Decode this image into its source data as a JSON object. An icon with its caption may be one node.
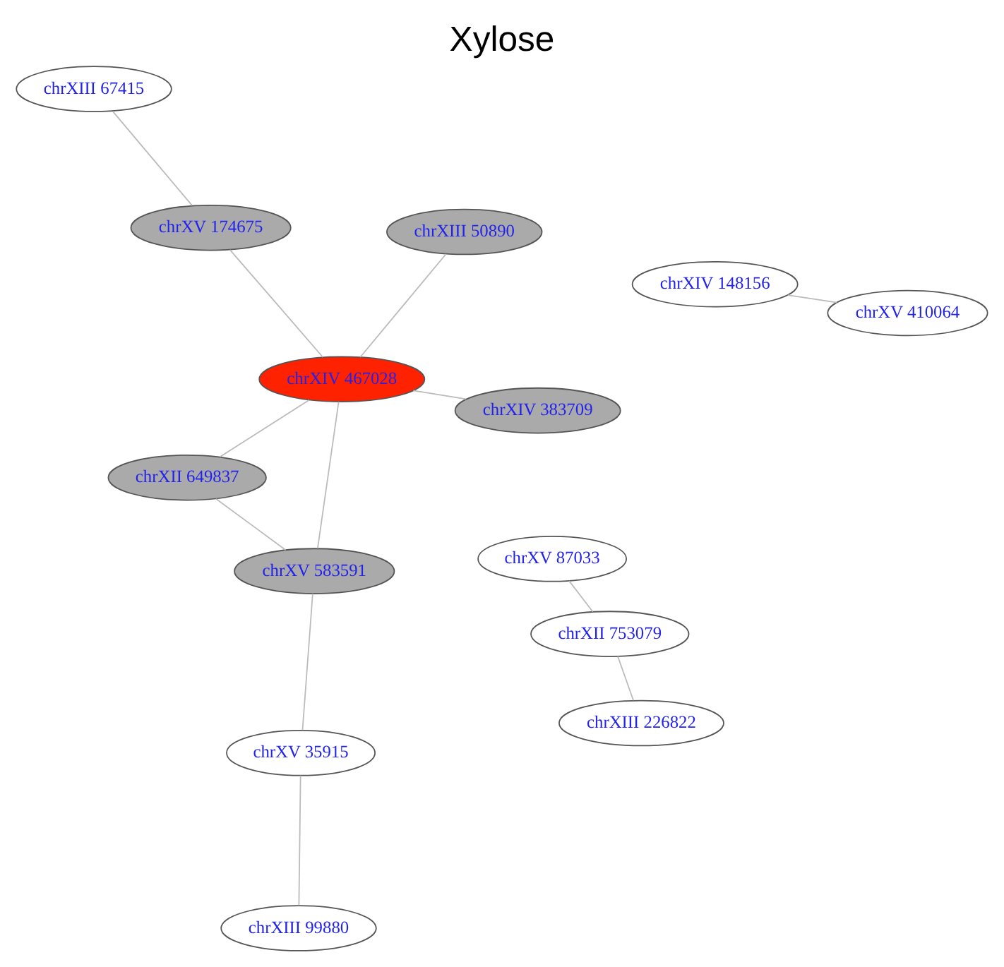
{
  "diagram": {
    "title": "Xylose",
    "nodes": [
      {
        "text": [
          "chrXV 87033"
        ]
      },
      {
        "text": [
          "chrXII 753079"
        ]
      },
      {
        "text": [
          "chrXIII 226822"
        ]
      },
      {
        "text": [
          "chrXIII 67415"
        ]
      },
      {
        "text": [
          "chrXV 174675"
        ]
      },
      {
        "text": [
          "chrXIV 383709"
        ]
      },
      {
        "text": [
          "chrXIV 148156"
        ]
      },
      {
        "text": [
          "chrXIV 467028"
        ]
      },
      {
        "text": [
          "chrXIII 50890"
        ]
      },
      {
        "text": [
          "chrXV 410064"
        ]
      },
      {
        "text": [
          "chrXII 649837"
        ]
      },
      {
        "text": [
          "chrXV 583591"
        ]
      },
      {
        "text": [
          "chrXV 35915"
        ]
      },
      {
        "text": [
          "chrXIII 99880"
        ]
      }
    ],
    "edges": [
      {
        "from": 0,
        "to": 1,
        "arrow": "none"
      },
      {
        "from": 1,
        "to": 2,
        "arrow": "none"
      },
      {
        "from": 3,
        "to": 4,
        "arrow": "none"
      },
      {
        "from": 4,
        "to": 7,
        "arrow": "none"
      },
      {
        "from": 5,
        "to": 7,
        "arrow": "none"
      },
      {
        "from": 7,
        "to": 8,
        "arrow": "none"
      },
      {
        "from": 6,
        "to": 9,
        "arrow": "none"
      },
      {
        "from": 7,
        "to": 10,
        "arrow": "none"
      },
      {
        "from": 7,
        "to": 11,
        "arrow": "none"
      },
      {
        "from": 10,
        "to": 11,
        "arrow": "none"
      },
      {
        "from": 11,
        "to": 12,
        "arrow": "none"
      },
      {
        "from": 12,
        "to": 13,
        "arrow": "none"
      }
    ]
  }
}
